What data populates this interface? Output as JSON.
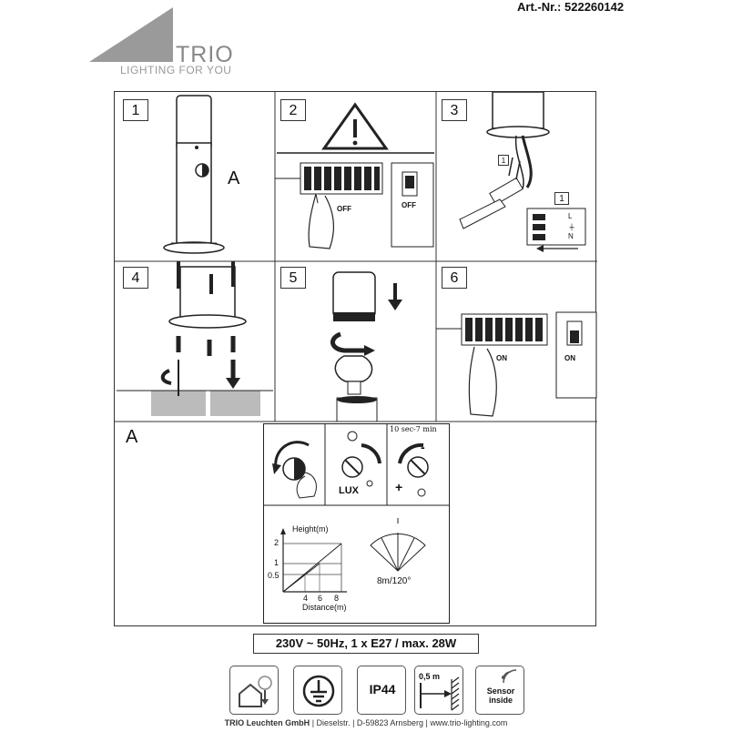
{
  "header": {
    "art_nr": "Art.-Nr.: 522260142",
    "brand": "TRIO",
    "tagline": "LIGHTING FOR YOU"
  },
  "steps": {
    "s1": {
      "number": "1",
      "label": "A"
    },
    "s2": {
      "number": "2",
      "switch_label": "OFF",
      "box_label": "OFF"
    },
    "s3": {
      "number": "3",
      "small_num": "1",
      "inset_num": "1",
      "markers": [
        "L",
        "⏚",
        "N"
      ]
    },
    "s4": {
      "number": "4"
    },
    "s5": {
      "number": "5"
    },
    "s6": {
      "number": "6",
      "switch_label": "ON",
      "box_label": "ON"
    }
  },
  "settings": {
    "section_label": "A",
    "time_range": "10 sec-7 min",
    "lux_label": "LUX",
    "plus": "+",
    "minus": "-",
    "height_label": "Height(m)",
    "heights": [
      "2",
      "1",
      "0.5"
    ],
    "distances": [
      "4",
      "6",
      "8"
    ],
    "distance_label": "Distance(m)",
    "range_label": "8m/120°"
  },
  "spec": "230V ~ 50Hz, 1 x E27 / max. 28W",
  "icons": {
    "ip": "IP44",
    "distance": "0,5 m",
    "sensor_line1": "Sensor",
    "sensor_line2": "inside"
  },
  "footer": {
    "company": "TRIO Leuchten GmbH",
    "street": "Dieselstr.",
    "city": "D-59823 Arnsberg",
    "web": "www.trio-lighting.com"
  }
}
